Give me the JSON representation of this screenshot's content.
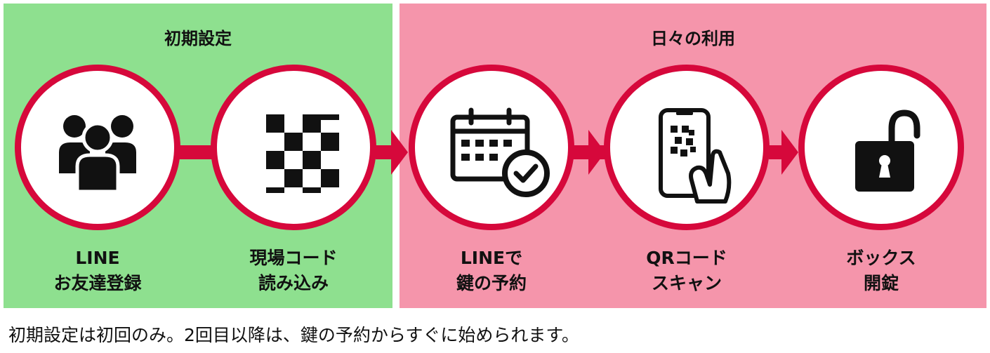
{
  "colors": {
    "green_panel": "#8ee08f",
    "pink_panel": "#f595ab",
    "accent_red": "#d6083b",
    "icon": "#111111"
  },
  "panels": {
    "initial": {
      "title": "初期設定"
    },
    "daily": {
      "title": "日々の利用"
    }
  },
  "steps": [
    {
      "icon": "people-group-icon",
      "line1": "LINE",
      "line2": "お友達登録"
    },
    {
      "icon": "qr-code-icon",
      "line1": "現場コード",
      "line2": "読み込み"
    },
    {
      "icon": "calendar-check-icon",
      "line1": "LINEで",
      "line2": "鍵の予約"
    },
    {
      "icon": "phone-qr-scan-icon",
      "line1": "QRコード",
      "line2": "スキャン"
    },
    {
      "icon": "unlocked-padlock-icon",
      "line1": "ボックス",
      "line2": "開錠"
    }
  ],
  "footer": {
    "note": "初期設定は初回のみ。2回目以降は、鍵の予約からすぐに始められます。"
  }
}
